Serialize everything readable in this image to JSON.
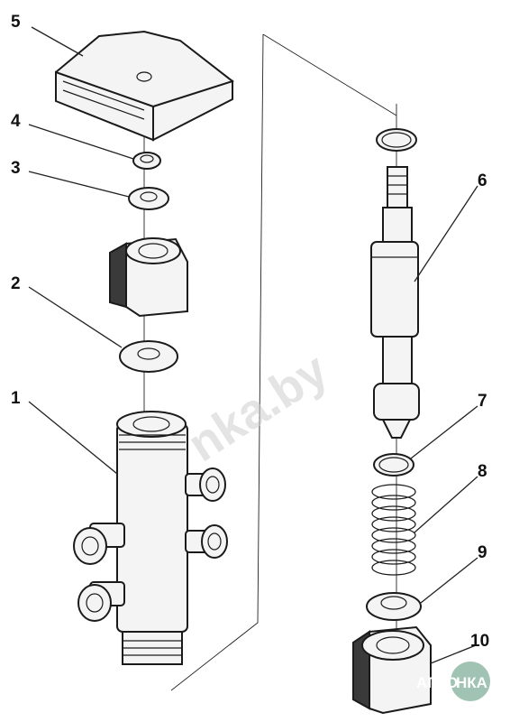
{
  "diagram": {
    "callouts": [
      {
        "id": "5",
        "label": "5"
      },
      {
        "id": "4",
        "label": "4"
      },
      {
        "id": "3",
        "label": "3"
      },
      {
        "id": "2",
        "label": "2"
      },
      {
        "id": "1",
        "label": "1"
      },
      {
        "id": "6",
        "label": "6"
      },
      {
        "id": "7",
        "label": "7"
      },
      {
        "id": "8",
        "label": "8"
      },
      {
        "id": "9",
        "label": "9"
      },
      {
        "id": "10",
        "label": "10"
      }
    ],
    "watermark": "nka.by",
    "logo": {
      "left": "АГРО",
      "right": "НКА"
    }
  }
}
